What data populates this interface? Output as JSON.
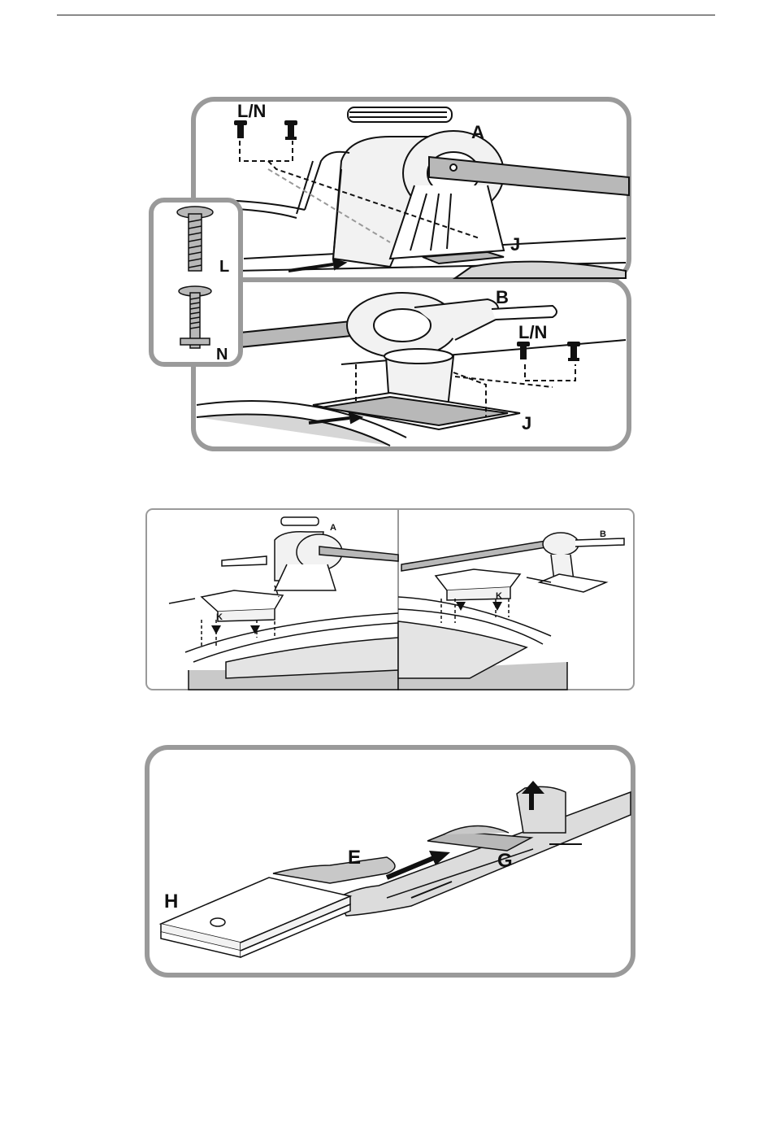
{
  "figure1": {
    "top": {
      "label_ln": "L/N",
      "label_a": "A",
      "label_j": "J"
    },
    "bottom": {
      "label_ln": "L/N",
      "label_b": "B",
      "label_j": "J"
    },
    "inset": {
      "label_l": "L",
      "label_n": "N"
    }
  },
  "figure2": {
    "left": {
      "label_a": "A",
      "label_k": "K"
    },
    "right": {
      "label_b": "B",
      "label_k": "K"
    }
  },
  "figure3": {
    "label_e": "E",
    "label_g": "G",
    "label_h": "H"
  },
  "colors": {
    "stroke": "#111111",
    "frame": "#9a9a9a",
    "metal": "#b8b8b8",
    "shade": "#d6d6d6"
  }
}
